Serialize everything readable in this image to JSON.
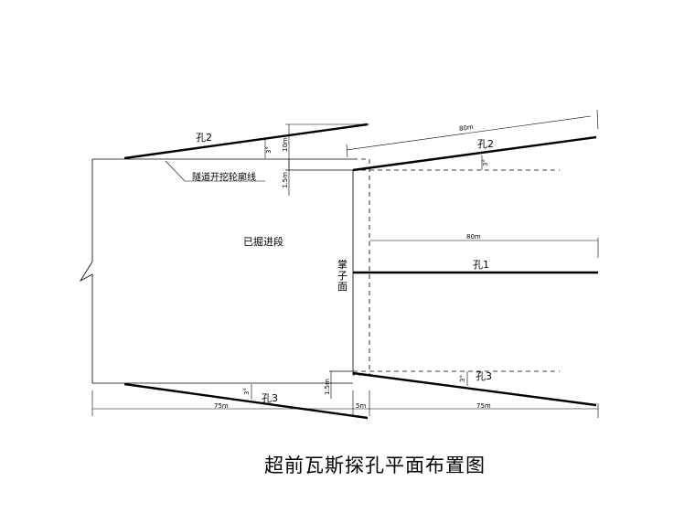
{
  "title": "超前瓦斯探孔平面布置图",
  "labels": {
    "hole1": "孔1",
    "hole2_left": "孔2",
    "hole2_right": "孔2",
    "hole3_left": "孔3",
    "hole3_right": "孔3",
    "excavated": "已掘进段",
    "face_chars": [
      "掌",
      "子",
      "面"
    ],
    "contour": "隧道开挖轮廓线"
  },
  "dimensions": {
    "d_80m_top": "80m",
    "d_80m_mid": "80m",
    "d_75m_left": "75m",
    "d_75m_right": "75m",
    "d_5m": "5m",
    "d_10m": "10m",
    "d_15m_top": "1.5m",
    "d_15m_bot": "1.5m",
    "angle_3_top_left": "3°",
    "angle_3_top_right": "3°",
    "angle_3_bot_left": "3°",
    "angle_3_bot_right": "3°"
  }
}
